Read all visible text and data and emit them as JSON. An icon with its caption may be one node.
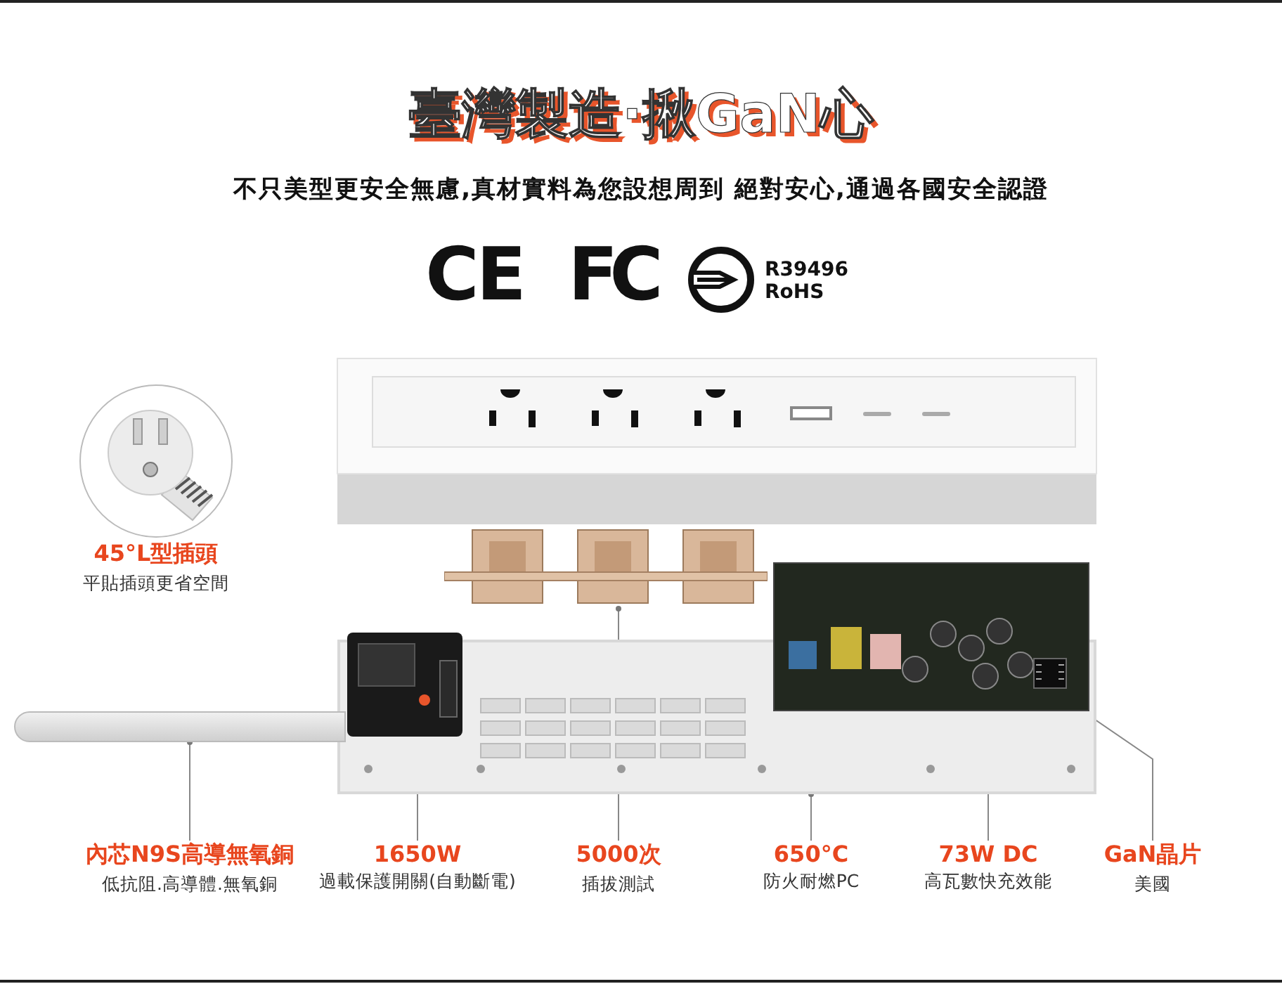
{
  "diagram": {
    "title": "臺灣製造·揪GaN心",
    "nodes": [
      {
        "text": [
          "45°L型插頭",
          "平貼插頭更省空間"
        ]
      },
      {
        "text": [],
        "shape": "picture"
      },
      {
        "text": [],
        "shape": "picture"
      },
      {
        "text": [],
        "shape": "picture"
      },
      {
        "text": [],
        "shape": "picture",
        "in": 2
      },
      {
        "text": [],
        "shape": "picture"
      },
      {
        "text": [],
        "shape": "picture"
      },
      {
        "text": [
          "內芯N9S高導無氧銅",
          "低抗阻.高導體.無氧銅"
        ]
      },
      {
        "text": [
          "1650W",
          "過載保護開關(自動斷電)"
        ]
      },
      {
        "text": [
          "5000次",
          "插拔測試"
        ]
      },
      {
        "text": [
          "650°C",
          "防火耐燃PC"
        ]
      },
      {
        "text": [
          "73W DC",
          "高瓦數快充效能"
        ]
      },
      {
        "text": [
          "GaN晶片",
          "美國"
        ]
      }
    ],
    "edges": [
      {
        "from": 7,
        "to": 3,
        "arrow": "other"
      },
      {
        "from": 8,
        "to": 4,
        "arrow": "other"
      },
      {
        "from": 9,
        "to": 1,
        "arrow": "other"
      },
      {
        "from": 10,
        "to": 2,
        "arrow": "other"
      },
      {
        "from": 11,
        "to": 5,
        "arrow": "other"
      },
      {
        "from": 12,
        "to": 6,
        "arrow": "other"
      }
    ],
    "labels": [
      "不只美型更安全無慮,真材實料為您設想周到 絕對安心,通過各國安全認證",
      "CE",
      "FC",
      "R39496",
      "RoHS"
    ]
  }
}
